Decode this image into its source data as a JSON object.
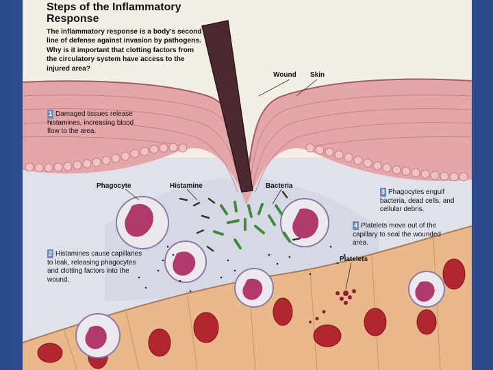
{
  "title": "Steps of the Inflammatory Response",
  "intro": "The inflammatory response is a body's second line of defense against invasion by pathogens. Why is it important that clotting factors from the circulatory system have access to the injured area?",
  "labels": {
    "wound": "Wound",
    "skin": "Skin",
    "phagocyte": "Phagocyte",
    "histamine": "Histamine",
    "bacteria": "Bacteria",
    "platelets": "Platelets"
  },
  "steps": [
    {
      "number": "1",
      "text": "Damaged tissues release histamines, increasing blood flow to the area."
    },
    {
      "number": "2",
      "text": "Histamines cause capillaries to leak, releasing phagocytes and clotting factors into the wound."
    },
    {
      "number": "3",
      "text": "Phagocytes engulf bacteria, dead cells, and cellular debris."
    },
    {
      "number": "4",
      "text": "Platelets move out of the capillary to seal the wounded area."
    }
  ],
  "colors": {
    "slide_background": "#2f4f8f",
    "skin_pink": "#e4a7a9",
    "skin_dark": "#c9727c",
    "tissue": "#d9dde6",
    "blood_vessel": "#e9b98b",
    "red_cell": "#b2262f",
    "bacteria": "#3f8a38",
    "step_number_box": "#6d8bbd"
  }
}
